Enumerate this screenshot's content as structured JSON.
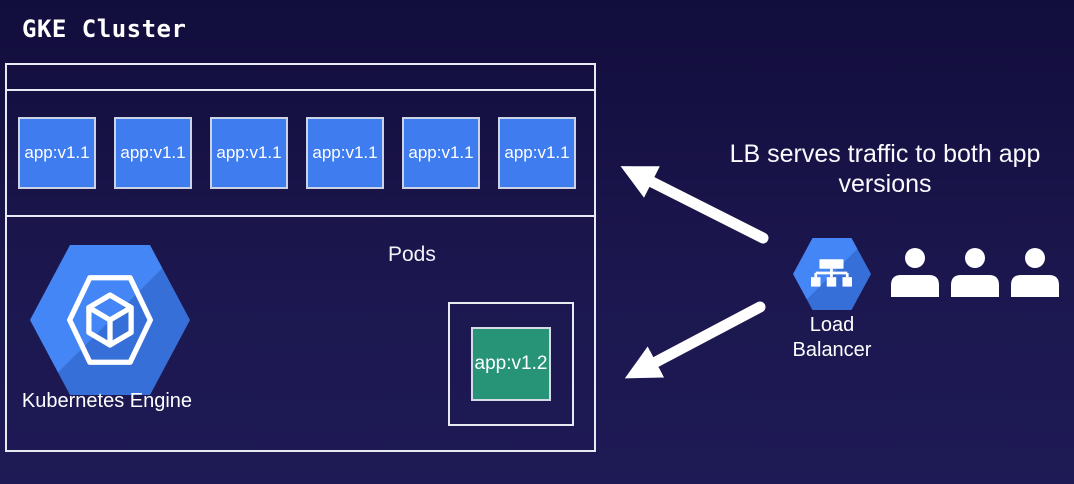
{
  "title": "GKE Cluster",
  "cluster": {
    "pods_label": "Pods",
    "pods_v1": [
      "app:v1.1",
      "app:v1.1",
      "app:v1.1",
      "app:v1.1",
      "app:v1.1",
      "app:v1.1"
    ],
    "pod_v2": "app:v1.2",
    "gke": {
      "label": "Kubernetes Engine",
      "icon": "kubernetes-engine-hexagon-icon"
    }
  },
  "annotation": "LB serves traffic to both app versions",
  "load_balancer": {
    "label": "Load Balancer",
    "icon": "load-balancer-hexagon-icon"
  },
  "users": {
    "icon": "user-icon",
    "count": 3
  },
  "arrows": [
    {
      "name": "lb-to-v1-pods-arrow",
      "direction": "up-left"
    },
    {
      "name": "lb-to-v2-pod-arrow",
      "direction": "down-left"
    }
  ],
  "colors": {
    "background_top": "#110d3c",
    "background_bottom": "#1e1a55",
    "pod_v1_fill": "#3e7cf0",
    "pod_v2_fill": "#279478",
    "hexagon_blue": "#4486f5",
    "hexagon_shade": "#366fd8",
    "box_border": "#e9e9f2",
    "text": "#ffffff"
  }
}
